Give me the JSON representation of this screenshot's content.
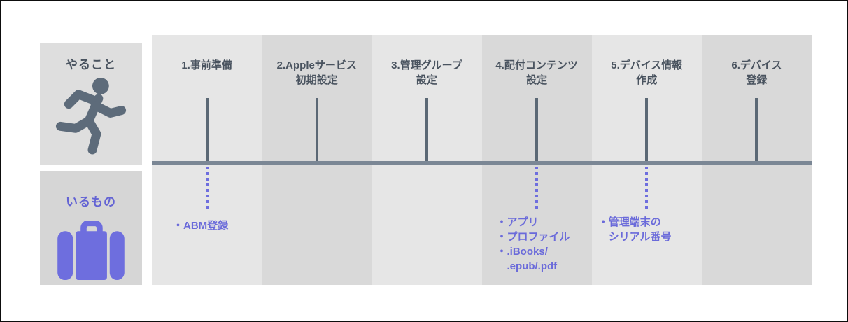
{
  "diagram": {
    "legend": {
      "todo_label": "やること",
      "needed_label": "いるもの"
    },
    "steps": [
      {
        "line1": "1.事前準備",
        "line2": "",
        "items": [
          "・ABM登録"
        ]
      },
      {
        "line1": "2.Appleサービス",
        "line2": "初期設定",
        "items": []
      },
      {
        "line1": "3.管理グループ",
        "line2": "設定",
        "items": []
      },
      {
        "line1": "4.配付コンテンツ",
        "line2": "設定",
        "items": [
          "・アプリ",
          "・プロファイル",
          "・.iBooks/",
          ".epub/.pdf"
        ]
      },
      {
        "line1": "5.デバイス情報",
        "line2": "作成",
        "items": [
          "・管理端末の",
          "シリアル番号"
        ]
      },
      {
        "line1": "6.デバイス",
        "line2": "登録",
        "items": []
      }
    ],
    "colors": {
      "accent_text": "#6a6ada",
      "accent_shape": "#6e6ede",
      "step_text": "#49535f",
      "timeline": "#7b8795",
      "tick": "#5b6875",
      "column_light": "#e6e6e6",
      "column_dark": "#d9d9d9",
      "legend_box_bg": "#dedede"
    }
  }
}
